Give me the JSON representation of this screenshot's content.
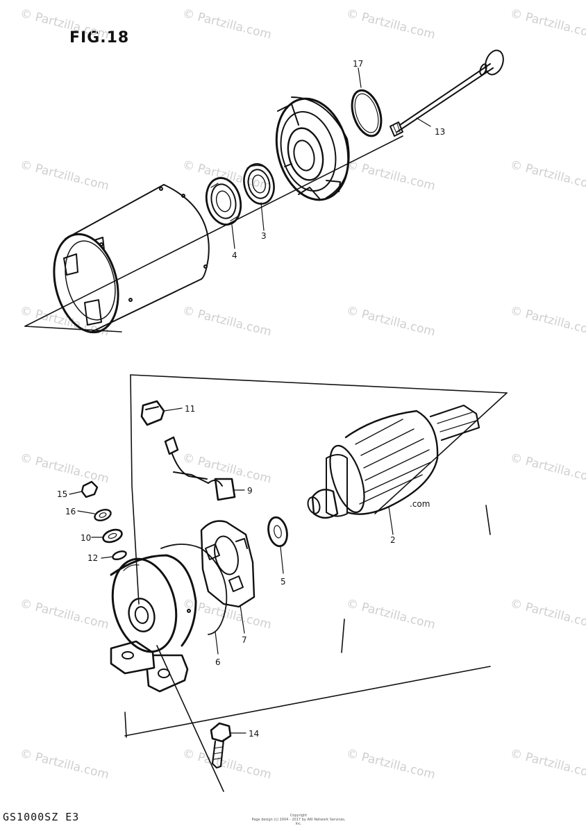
{
  "figure": {
    "title": "FIG.18"
  },
  "footer": {
    "model_code": "GS1000SZ E3",
    "copyright_line1": "Copyright",
    "copyright_line2": "Page design (c) 2004 - 2017 by ARI Network Services, Inc."
  },
  "watermark": {
    "text": "© Partzilla.com"
  },
  "callouts": {
    "c17": "17",
    "c13": "13",
    "c4": "4",
    "c3": "3",
    "c11": "11",
    "c9": "9",
    "c15": "15",
    "c16": "16",
    "c10": "10",
    "c12": "12",
    "c2": "2",
    "c5": "5",
    "c7": "7",
    "c6": "6",
    "c14": "14",
    "partial_com": ".com"
  },
  "colors": {
    "ink": "#111111",
    "watermark": "#cfcfcf",
    "background": "#ffffff"
  }
}
